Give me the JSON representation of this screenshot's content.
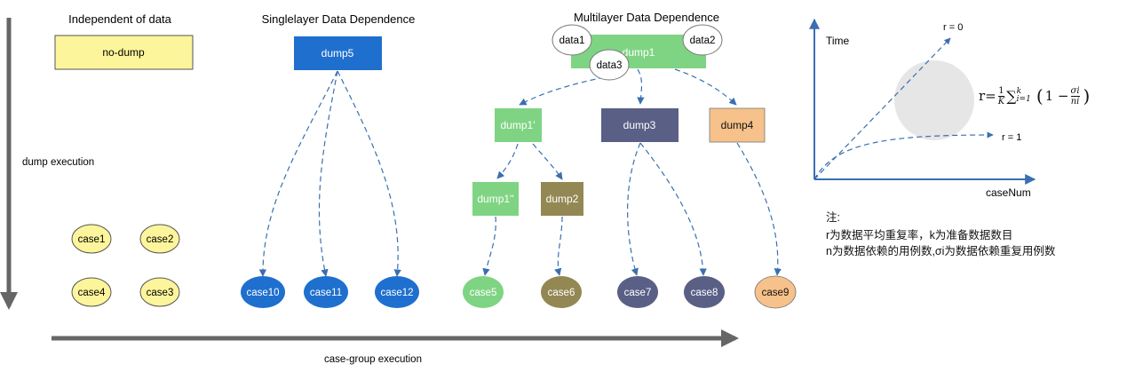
{
  "sections": {
    "independent": "Independent of data",
    "single": "Singlelayer Data Dependence",
    "multi": "Multilayer Data Dependence"
  },
  "axes": {
    "vertical": "dump execution",
    "horizontal": "case-group execution"
  },
  "nodes": {
    "no_dump": "no-dump",
    "dump5": "dump5",
    "dump1": "dump1",
    "data1": "data1",
    "data2": "data2",
    "data3": "data3",
    "dump1p": "dump1'",
    "dump1pp": "dump1''",
    "dump2": "dump2",
    "dump3": "dump3",
    "dump4": "dump4",
    "case1": "case1",
    "case2": "case2",
    "case3": "case3",
    "case4": "case4",
    "case5": "case5",
    "case6": "case6",
    "case7": "case7",
    "case8": "case8",
    "case9": "case9",
    "case10": "case10",
    "case11": "case11",
    "case12": "case12"
  },
  "chart": {
    "y_label": "Time",
    "x_label": "caseNum",
    "r0": "r = 0",
    "r1": "r = 1"
  },
  "formula": {
    "lhs": "r=",
    "frac_num": "1",
    "frac_den": "K",
    "sum": "∑",
    "sum_sub": "i=1",
    "sum_sup": "k",
    "paren_open": "(",
    "one_minus": "1 −",
    "inner_num": "σi",
    "inner_den": "ni",
    "paren_close": ")"
  },
  "notes": {
    "title": "注:",
    "line1": "r为数据平均重复率，k为准备数据数目",
    "line2": "n为数据依赖的用例数,σi为数据依赖重复用例数"
  },
  "colors": {
    "yellow": "#fdf59b",
    "blue": "#1f6fce",
    "green": "#7fd483",
    "navy": "#5a5f86",
    "olive": "#938854",
    "orange": "#f6c18a",
    "arrow": "#3a6fb0",
    "axis": "#666666"
  }
}
